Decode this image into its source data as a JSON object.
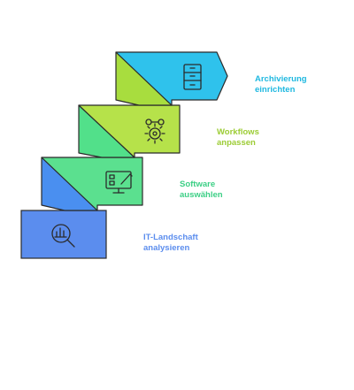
{
  "steps": [
    {
      "label": "IT-Landschaft\nanalysieren",
      "icon": "magnifier-chart-icon",
      "color": "#5b8dee"
    },
    {
      "label": "Software\nauswählen",
      "icon": "monitor-edit-icon",
      "color": "#3ccf85"
    },
    {
      "label": "Workflows\nanpassen",
      "icon": "gears-icon",
      "color": "#9ccc35"
    },
    {
      "label": "Archivierung\neinrichten",
      "icon": "file-cabinet-icon",
      "color": "#1fb8e0"
    }
  ],
  "palette": {
    "step1_face": "#5b8dee",
    "step1_side": "#4a7de6",
    "step2_face": "#5be08f",
    "step2_side": "#4a8ff0",
    "step3_face": "#b6e24a",
    "step3_side": "#52e08a",
    "step4_face": "#2fc2ec",
    "step4_side": "#a8dd3e",
    "stroke": "#2b2b2b"
  }
}
